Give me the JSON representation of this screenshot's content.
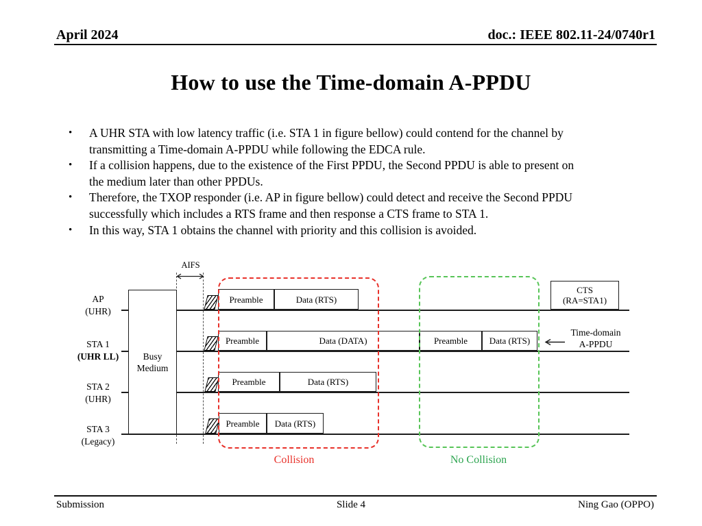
{
  "header": {
    "date": "April 2024",
    "doc_number": "doc.: IEEE 802.11-24/0740r1"
  },
  "title": "How to use the Time-domain A-PPDU",
  "bullets": [
    {
      "lines": [
        "A UHR STA with low latency traffic (i.e. STA 1 in figure bellow) could contend for the channel by",
        "transmitting a Time-domain A-PPDU while following the EDCA rule."
      ]
    },
    {
      "lines": [
        "If a collision happens, due to the existence of the First PPDU, the Second PPDU is able to present on",
        "the medium later than other PPDUs."
      ]
    },
    {
      "lines": [
        "Therefore, the TXOP responder (i.e. AP in figure bellow) could detect and receive the Second PPDU",
        "successfully which includes a RTS frame and then response a CTS frame to STA 1."
      ]
    },
    {
      "lines": [
        "In this way, STA 1 obtains the channel with priority and this collision is avoided."
      ]
    }
  ],
  "bullet_glyph": "•",
  "diagram": {
    "aifs_label": "AIFS",
    "busy_medium_label": "Busy Medium",
    "rows": [
      {
        "name": "AP",
        "sub": "(UHR)"
      },
      {
        "name": "STA 1",
        "sub": "(UHR LL)"
      },
      {
        "name": "STA 2",
        "sub": "(UHR)"
      },
      {
        "name": "STA 3",
        "sub": "(Legacy)"
      }
    ],
    "boxes": {
      "ap_preamble": "Preamble",
      "ap_data_rts": "Data (RTS)",
      "sta1_preamble_1": "Preamble",
      "sta1_data_data": "Data (DATA)",
      "sta1_preamble_2": "Preamble",
      "sta1_data_rts": "Data (RTS)",
      "sta2_preamble": "Preamble",
      "sta2_data_rts": "Data (RTS)",
      "sta3_preamble": "Preamble",
      "sta3_data_rts": "Data (RTS)"
    },
    "cts_box": {
      "line1": "CTS",
      "line2": "(RA=STA1)"
    },
    "labels": {
      "collision": "Collision",
      "no_collision": "No Collision",
      "a_ppdu_line1": "Time-domain",
      "a_ppdu_line2": "A-PPDU"
    },
    "colors": {
      "collision_red": "#e8312a",
      "no_collision_green": "#2ca44f",
      "dash_green": "#57c457"
    }
  },
  "footer": {
    "left": "Submission",
    "center": "Slide 4",
    "right": "Ning Gao (OPPO)"
  }
}
